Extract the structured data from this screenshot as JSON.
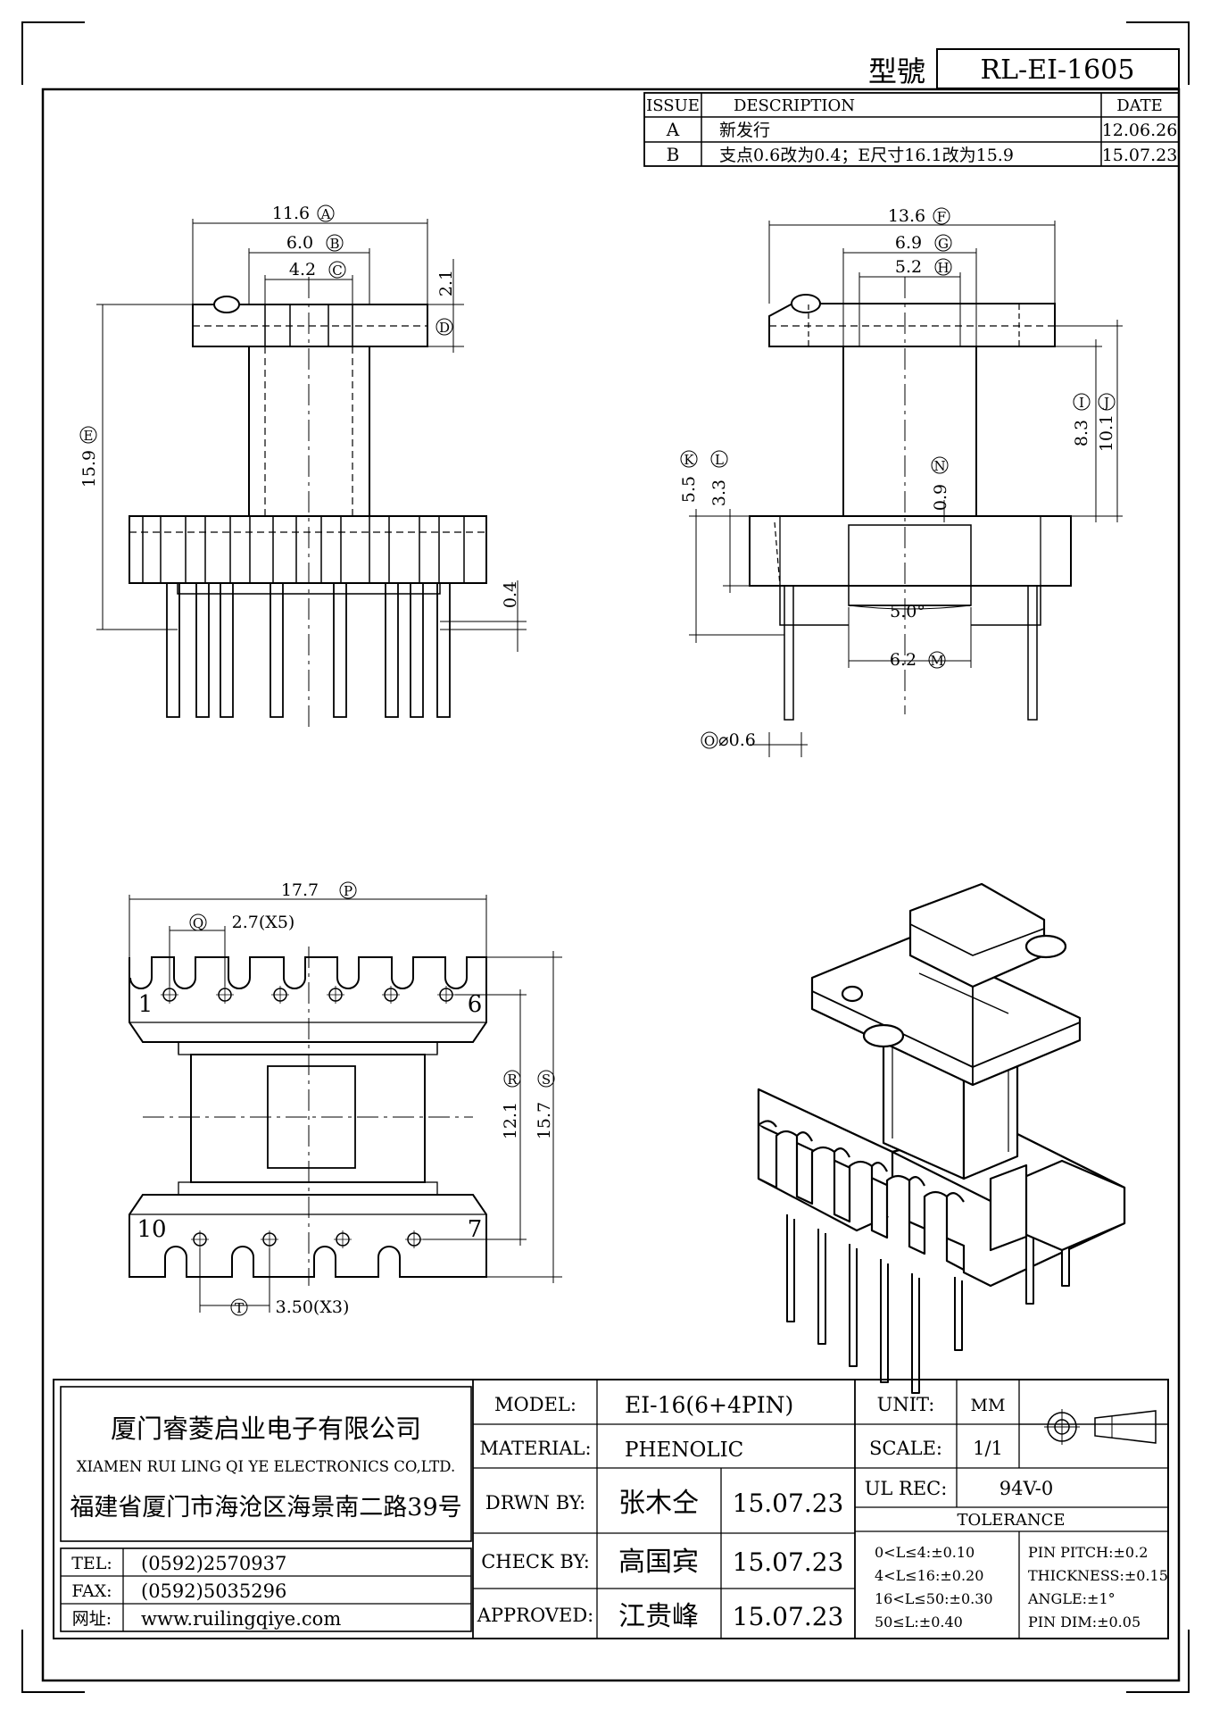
{
  "header": {
    "model_label": "型號",
    "model_no": "RL-EI-1605"
  },
  "revisions": {
    "headers": [
      "ISSUE",
      "DESCRIPTION",
      "DATE"
    ],
    "rows": [
      {
        "issue": "A",
        "desc": "新发行",
        "date": "12.06.26"
      },
      {
        "issue": "B",
        "desc": "支点0.6改为0.4；E尺寸16.1改为15.9",
        "date": "15.07.23"
      }
    ]
  },
  "drawing": {
    "front": {
      "A": "11.6",
      "B": "6.0",
      "C": "4.2",
      "D_val": "2.1",
      "E": "15.9",
      "pin_offset": "0.4",
      "letters": [
        "A",
        "B",
        "C",
        "D",
        "E"
      ]
    },
    "side": {
      "F": "13.6",
      "G": "6.9",
      "H": "5.2",
      "I": "8.3",
      "J": "10.1",
      "K": "5.5",
      "L": "3.3",
      "N": "0.9",
      "angle": "5.0°",
      "M": "6.2",
      "O": "⌀0.6",
      "letters": [
        "F",
        "G",
        "H",
        "I",
        "J",
        "K",
        "L",
        "N",
        "M",
        "O"
      ]
    },
    "bottom": {
      "P": "17.7",
      "Q": "2.7(X5)",
      "R": "12.1",
      "S": "15.7",
      "T": "3.50(X3)",
      "pins": [
        "1",
        "6",
        "10",
        "7"
      ],
      "letters": [
        "P",
        "Q",
        "R",
        "S",
        "T"
      ]
    }
  },
  "company": {
    "name_cn": "厦门睿菱启业电子有限公司",
    "name_en": "XIAMEN RUI LING QI YE ELECTRONICS CO,LTD.",
    "address": "福建省厦门市海沧区海景南二路39号",
    "tel_label": "TEL:",
    "tel": "(0592)2570937",
    "fax_label": "FAX:",
    "fax": "(0592)5035296",
    "web_label": "网址:",
    "web": "www.ruilingqiye.com"
  },
  "title_block": {
    "model_label": "MODEL:",
    "model": "EI-16(6+4PIN)",
    "material_label": "MATERIAL:",
    "material": "PHENOLIC",
    "drawn_label": "DRWN BY:",
    "drawn_by": "张木仝",
    "drawn_date": "15.07.23",
    "check_label": "CHECK BY:",
    "check_by": "高国宾",
    "check_date": "15.07.23",
    "approved_label": "APPROVED:",
    "approved_by": "江贵峰",
    "approved_date": "15.07.23",
    "unit_label": "UNIT:",
    "unit": "MM",
    "scale_label": "SCALE:",
    "scale": "1/1",
    "ul_label": "UL REC:",
    "ul": "94V-0",
    "tolerance_label": "TOLERANCE",
    "tolerances_left": [
      "0<L≤4:±0.10",
      "4<L≤16:±0.20",
      "16<L≤50:±0.30",
      "50≤L:±0.40"
    ],
    "tolerances_right": [
      "PIN PITCH:±0.2",
      "THICKNESS:±0.15",
      "ANGLE:±1°",
      "PIN DIM:±0.05"
    ]
  }
}
